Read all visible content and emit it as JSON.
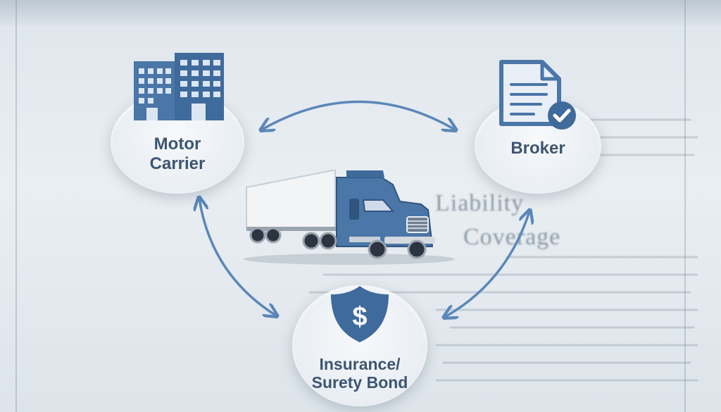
{
  "nodes": {
    "motor_carrier": {
      "label": "Motor\nCarrier",
      "icon": "office-building-icon"
    },
    "broker": {
      "label": "Broker",
      "icon": "document-check-icon"
    },
    "insurance": {
      "label": "Insurance/\nSurety Bond",
      "icon": "shield-dollar-icon"
    }
  },
  "center": {
    "icon": "semi-truck-icon"
  },
  "background": {
    "watermark_line1": "Liability",
    "watermark_line2": "Coverage"
  },
  "colors": {
    "accent": "#4a76a8",
    "arrow": "#5a87b8",
    "label": "#3d5570",
    "background": "#e3e9ee"
  }
}
